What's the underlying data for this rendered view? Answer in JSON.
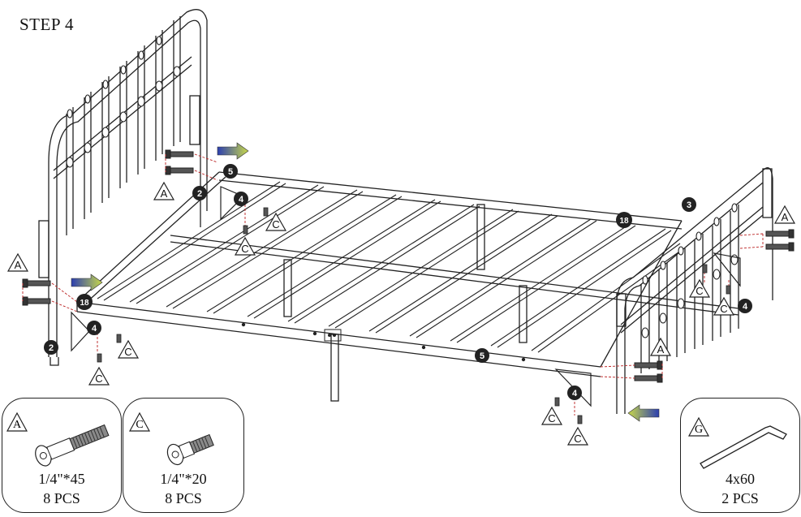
{
  "step_title": "STEP 4",
  "part_labels": {
    "A": "A",
    "C": "C",
    "G": "G",
    "n2": "2",
    "n3": "3",
    "n4": "4",
    "n5": "5",
    "n18": "18"
  },
  "hardware": [
    {
      "id": "A",
      "spec": "1/4\"*45",
      "qty": "8 PCS"
    },
    {
      "id": "C",
      "spec": "1/4\"*20",
      "qty": "8 PCS"
    },
    {
      "id": "G",
      "spec": "4x60",
      "qty": "2 PCS"
    }
  ],
  "colors": {
    "line": "#222222",
    "arrow_start": "#2c3fb0",
    "arrow_end": "#c8d84a",
    "bolt_fill": "#666666"
  }
}
